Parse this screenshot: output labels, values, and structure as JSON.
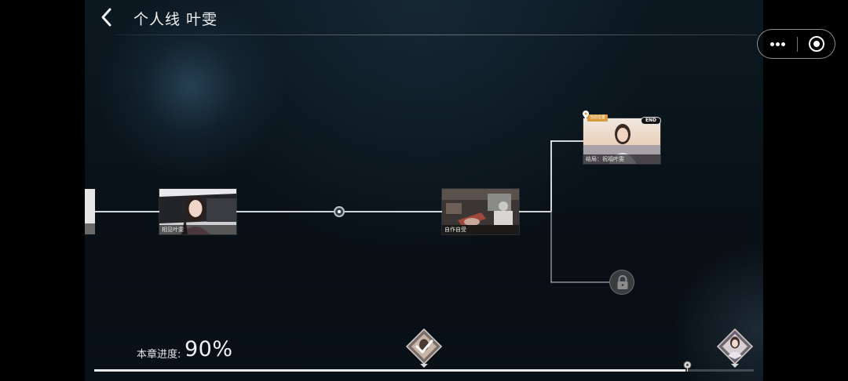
{
  "header": {
    "title": "个人线 叶雯",
    "back_icon": "chevron-left-icon"
  },
  "capsule": {
    "more_icon": "more-dots-icon",
    "close_icon": "target-close-icon"
  },
  "story_nodes": [
    {
      "caption": "相见叶雯",
      "image": "portrait-woman-car"
    },
    {
      "caption": "自作自受",
      "image": "cluttered-room"
    },
    {
      "caption": "结局：祝福叶雯",
      "image": "portrait-woman-sunset",
      "badge": "END",
      "tag": "当前位置"
    }
  ],
  "locked_node": {
    "icon": "lock-icon",
    "locked": true
  },
  "progress": {
    "label": "本章进度:",
    "value_text": "90%",
    "fraction": 0.9
  },
  "markers": [
    {
      "type": "completed",
      "icon": "check-icon"
    },
    {
      "type": "character",
      "icon": "portrait-icon"
    }
  ],
  "colors": {
    "accent_tag": "#d89a3a",
    "line": "#e6ebf0",
    "background": "#0a131a"
  }
}
